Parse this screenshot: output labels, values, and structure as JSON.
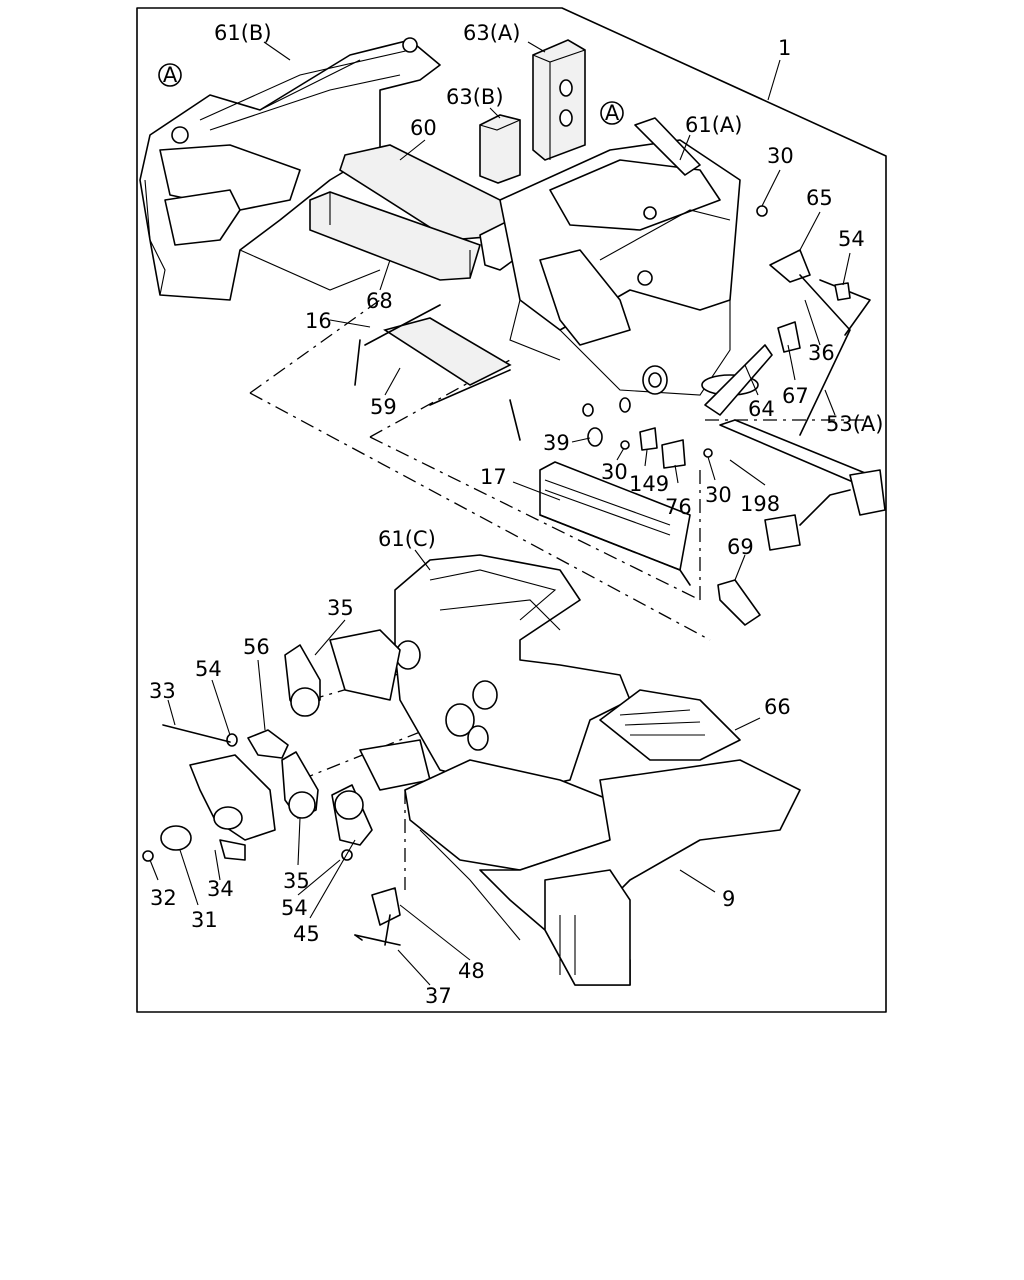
{
  "diagram": {
    "callouts": [
      {
        "id": "61b",
        "text": "61(B)"
      },
      {
        "id": "63a",
        "text": "63(A)"
      },
      {
        "id": "1",
        "text": "1"
      },
      {
        "id": "63b",
        "text": "63(B)"
      },
      {
        "id": "60",
        "text": "60"
      },
      {
        "id": "61a",
        "text": "61(A)"
      },
      {
        "id": "30a",
        "text": "30"
      },
      {
        "id": "65",
        "text": "65"
      },
      {
        "id": "54a",
        "text": "54"
      },
      {
        "id": "68",
        "text": "68"
      },
      {
        "id": "16",
        "text": "16"
      },
      {
        "id": "36",
        "text": "36"
      },
      {
        "id": "67",
        "text": "67"
      },
      {
        "id": "59",
        "text": "59"
      },
      {
        "id": "64",
        "text": "64"
      },
      {
        "id": "53a",
        "text": "53(A)"
      },
      {
        "id": "39",
        "text": "39"
      },
      {
        "id": "30b",
        "text": "30"
      },
      {
        "id": "149",
        "text": "149"
      },
      {
        "id": "76",
        "text": "76"
      },
      {
        "id": "30c",
        "text": "30"
      },
      {
        "id": "198",
        "text": "198"
      },
      {
        "id": "17",
        "text": "17"
      },
      {
        "id": "61c",
        "text": "61(C)"
      },
      {
        "id": "69",
        "text": "69"
      },
      {
        "id": "35a",
        "text": "35"
      },
      {
        "id": "56",
        "text": "56"
      },
      {
        "id": "54b",
        "text": "54"
      },
      {
        "id": "33",
        "text": "33"
      },
      {
        "id": "66",
        "text": "66"
      },
      {
        "id": "35b",
        "text": "35"
      },
      {
        "id": "32",
        "text": "32"
      },
      {
        "id": "34",
        "text": "34"
      },
      {
        "id": "31",
        "text": "31"
      },
      {
        "id": "54c",
        "text": "54"
      },
      {
        "id": "45",
        "text": "45"
      },
      {
        "id": "9",
        "text": "9"
      },
      {
        "id": "48",
        "text": "48"
      },
      {
        "id": "37",
        "text": "37"
      }
    ],
    "circle_marks": [
      {
        "id": "mark-a-left",
        "text": "A"
      },
      {
        "id": "mark-a-right",
        "text": "A"
      }
    ]
  }
}
